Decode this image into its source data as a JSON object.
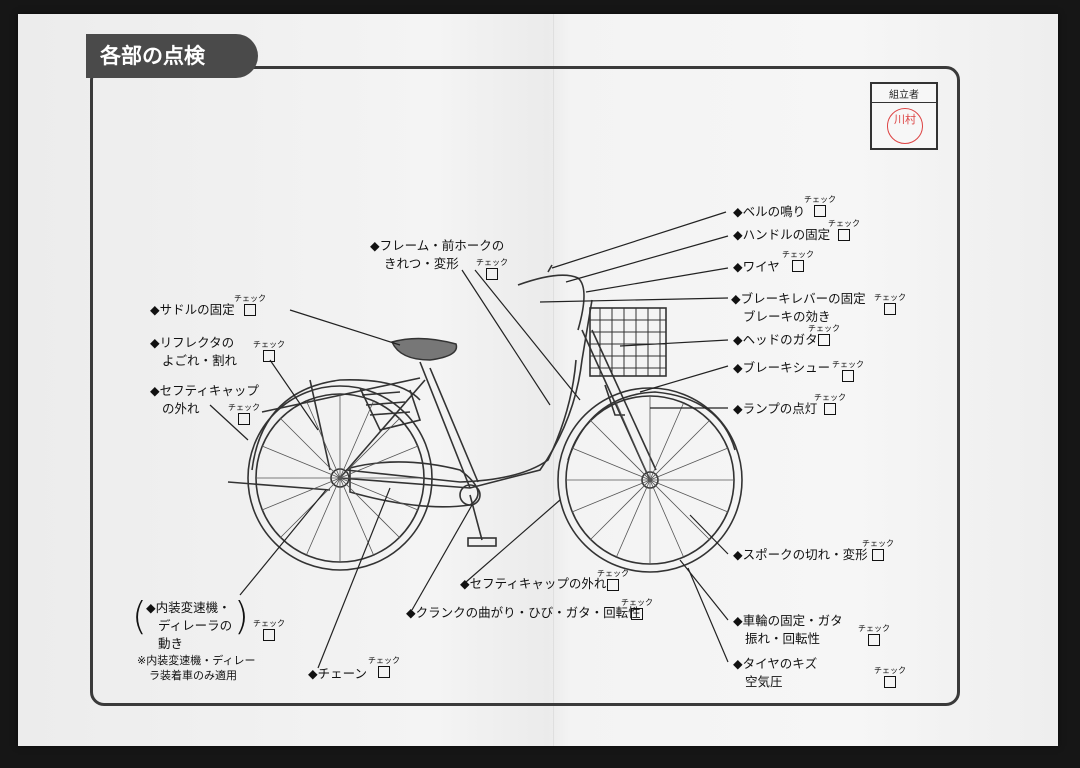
{
  "sheet": {
    "title": "各部の点検",
    "assembler_label": "組立者",
    "stamp_text": "川村",
    "check_label": "チェック"
  },
  "items": {
    "bell": "◆ベルの鳴り",
    "handle": "◆ハンドルの固定",
    "frame_l1": "◆フレーム・前ホークの",
    "frame_l2": "きれつ・変形",
    "wire": "◆ワイヤ",
    "brake_lever_l1": "◆ブレーキレバーの固定",
    "brake_lever_l2": "ブレーキの効き",
    "saddle": "◆サドルの固定",
    "reflector_l1": "◆リフレクタの",
    "reflector_l2": "よごれ・割れ",
    "head": "◆ヘッドのガタ",
    "safety_cap1_l1": "◆セフティキャップ",
    "safety_cap1_l2": "の外れ",
    "brake_shoe": "◆ブレーキシュー",
    "lamp": "◆ランプの点灯",
    "spoke": "◆スポークの切れ・変形",
    "safety_cap2": "◆セフティキャップの外れ",
    "crank": "◆クランクの曲がり・ひび・ガタ・回転性",
    "hub_l1": "◆内装変速機・",
    "hub_l2": "ディレーラの",
    "hub_l3": "動き",
    "hub_note_l1": "※内装変速機・ディレー",
    "hub_note_l2": "ラ装着車のみ適用",
    "wheel_l1": "◆車輪の固定・ガタ",
    "wheel_l2": "振れ・回転性",
    "chain": "◆チェーン",
    "tire_l1": "◆タイヤのキズ",
    "tire_l2": "空気圧"
  }
}
